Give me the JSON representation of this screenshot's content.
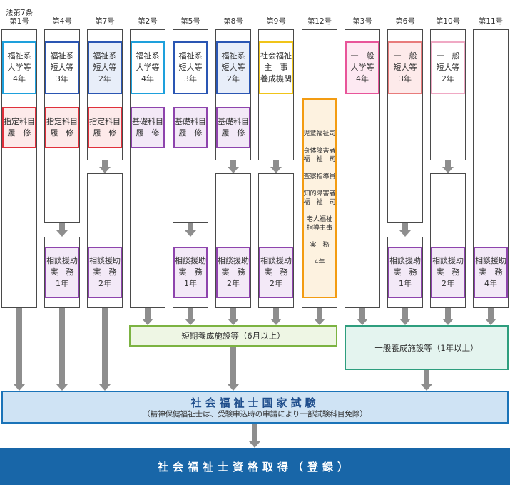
{
  "header_prefix": "法第7条",
  "columns": [
    {
      "header": "第1号",
      "top_box": [
        "福祉系",
        "大学等",
        "4年"
      ],
      "top_color": "#1ea0dc",
      "top_fill": "#ffffff",
      "mid_box": [
        "指定科目",
        "履　修"
      ],
      "mid_color": "#e0303c",
      "mid_fill": "#fdeaea",
      "work_box": null
    },
    {
      "header": "第4号",
      "top_box": [
        "福祉系",
        "短大等",
        "3年"
      ],
      "top_color": "#2a56b3",
      "top_fill": "#ffffff",
      "mid_box": [
        "指定科目",
        "履　修"
      ],
      "mid_color": "#e0303c",
      "mid_fill": "#fdeaea",
      "work_box": [
        "相談援助",
        "実　務",
        "1年"
      ]
    },
    {
      "header": "第7号",
      "top_box": [
        "福祉系",
        "短大等",
        "2年"
      ],
      "top_color": "#2a56b3",
      "top_fill": "#e8eef9",
      "mid_box": [
        "指定科目",
        "履　修"
      ],
      "mid_color": "#e0303c",
      "mid_fill": "#fdeaea",
      "work_box": [
        "相談援助",
        "実　務",
        "2年"
      ]
    },
    {
      "header": "第2号",
      "top_box": [
        "福祉系",
        "大学等",
        "4年"
      ],
      "top_color": "#1ea0dc",
      "top_fill": "#ffffff",
      "mid_box": [
        "基礎科目",
        "履　修"
      ],
      "mid_color": "#8e44ad",
      "mid_fill": "#f3e9f7",
      "work_box": null
    },
    {
      "header": "第5号",
      "top_box": [
        "福祉系",
        "短大等",
        "3年"
      ],
      "top_color": "#2a56b3",
      "top_fill": "#ffffff",
      "mid_box": [
        "基礎科目",
        "履　修"
      ],
      "mid_color": "#8e44ad",
      "mid_fill": "#f3e9f7",
      "work_box": [
        "相談援助",
        "実　務",
        "1年"
      ]
    },
    {
      "header": "第8号",
      "top_box": [
        "福祉系",
        "短大等",
        "2年"
      ],
      "top_color": "#2a56b3",
      "top_fill": "#e8eef9",
      "mid_box": [
        "基礎科目",
        "履　修"
      ],
      "mid_color": "#8e44ad",
      "mid_fill": "#f3e9f7",
      "work_box": [
        "相談援助",
        "実　務",
        "2年"
      ]
    },
    {
      "header": "第9号",
      "top_box": [
        "社会福祉",
        "主　事",
        "養成機関"
      ],
      "top_color": "#f0c419",
      "top_fill": "#ffffff",
      "mid_box": null,
      "mid_color": "",
      "mid_fill": "",
      "work_box": [
        "相談援助",
        "実　務",
        "2年"
      ]
    },
    {
      "header": "第12号",
      "top_box": null,
      "top_color": "",
      "top_fill": "",
      "mid_box": null,
      "mid_color": "",
      "mid_fill": "",
      "work_box": null
    },
    {
      "header": "第3号",
      "top_box": [
        "一　般",
        "大学等",
        "4年"
      ],
      "top_color": "#e8559a",
      "top_fill": "#fde9f2",
      "mid_box": null,
      "mid_color": "",
      "mid_fill": "",
      "work_box": null
    },
    {
      "header": "第6号",
      "top_box": [
        "一　般",
        "短大等",
        "3年"
      ],
      "top_color": "#e87b7b",
      "top_fill": "#fdeaea",
      "mid_box": null,
      "mid_color": "",
      "mid_fill": "",
      "work_box": [
        "相談援助",
        "実　務",
        "1年"
      ]
    },
    {
      "header": "第10号",
      "top_box": [
        "一　般",
        "短大等",
        "2年"
      ],
      "top_color": "#f0a9c4",
      "top_fill": "#ffffff",
      "mid_box": null,
      "mid_color": "",
      "mid_fill": "",
      "work_box": [
        "相談援助",
        "実　務",
        "2年"
      ]
    },
    {
      "header": "第11号",
      "top_box": null,
      "top_color": "",
      "top_fill": "",
      "mid_box": null,
      "mid_color": "",
      "mid_fill": "",
      "work_box": [
        "相談援助",
        "実　務",
        "4年"
      ]
    }
  ],
  "column12_box": {
    "lines": [
      "児童福祉司",
      "",
      "身体障害者",
      "福　祉　司",
      "",
      "査察指導員",
      "",
      "知的障害者",
      "福　祉　司",
      "",
      "老人福祉",
      "指導主事",
      "",
      "実　務",
      "",
      "4年"
    ],
    "color": "#f39c12",
    "fill": "#fdf2e0"
  },
  "work_color": "#8e44ad",
  "work_fill": "#f3e9f7",
  "short_facility": {
    "label": "短期養成施設等（6月以上）",
    "color": "#7cb342",
    "fill": "#eef6e4"
  },
  "general_facility": {
    "label": "一般養成施設等（1年以上）",
    "color": "#2e9e7e",
    "fill": "#e4f4ef"
  },
  "exam": {
    "title": "社会福祉士国家試験",
    "subtitle": "（精神保健福祉士は、受験申込時の申請により一部試験科目免除）",
    "color": "#1a73b8",
    "fill": "#cfe3f4"
  },
  "registration": {
    "label": "社会福祉士資格取得（登録）",
    "fill": "#1866a8",
    "text_color": "#ffffff"
  },
  "arrow_color": "#8e8e8e"
}
